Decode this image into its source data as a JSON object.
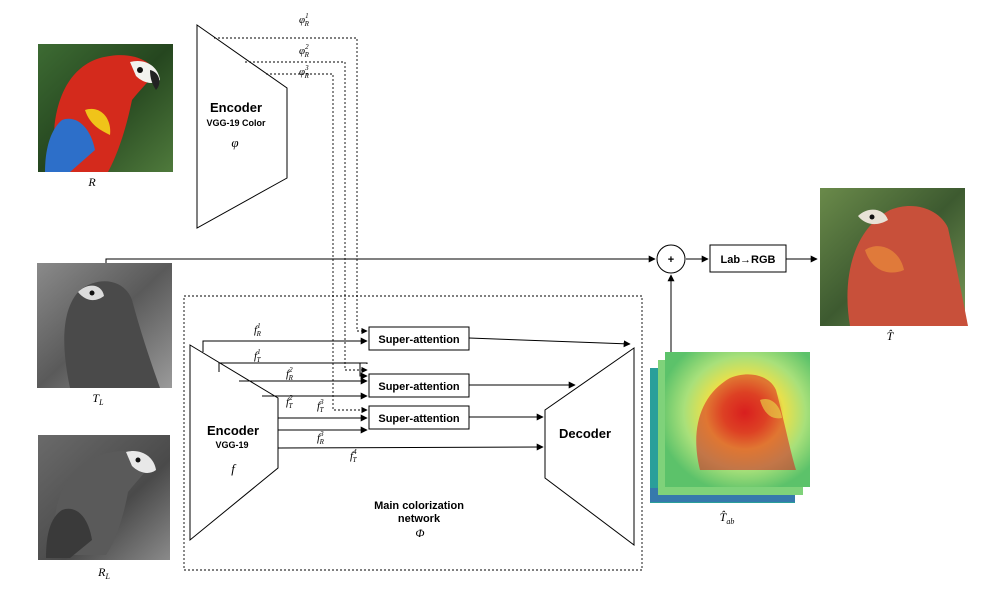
{
  "encoder_color": {
    "title": "Encoder",
    "subtitle": "VGG-19 Color",
    "symbol": "φ"
  },
  "encoder_main": {
    "title": "Encoder",
    "subtitle": "VGG-19",
    "symbol": "f"
  },
  "decoder": {
    "title": "Decoder"
  },
  "network": {
    "line1": "Main colorization",
    "line2": "network",
    "symbol": "Φ"
  },
  "super_attention": [
    "Super-attention",
    "Super-attention",
    "Super-attention"
  ],
  "lab_rgb": "Lab→RGB",
  "plus": "+",
  "images": {
    "reference": {
      "label": "R"
    },
    "target_gray": {
      "label": "T",
      "sub": "L"
    },
    "reference_gray": {
      "label": "R",
      "sub": "L"
    },
    "output": {
      "label": "T̂"
    },
    "ab_map": {
      "label": "T̂",
      "sub": "ab"
    }
  },
  "features": {
    "phi_r1": {
      "sym": "φ",
      "sub": "R",
      "sup": "1"
    },
    "phi_r2": {
      "sym": "φ",
      "sub": "R",
      "sup": "2"
    },
    "phi_r3": {
      "sym": "φ",
      "sub": "R",
      "sup": "3"
    },
    "f_r1": {
      "sym": "f",
      "sub": "R",
      "sup": "1"
    },
    "f_t1": {
      "sym": "f",
      "sub": "T",
      "sup": "1"
    },
    "f_r2": {
      "sym": "f",
      "sub": "R",
      "sup": "2"
    },
    "f_t2": {
      "sym": "f",
      "sub": "T",
      "sup": "2"
    },
    "f_t3": {
      "sym": "f",
      "sub": "T",
      "sup": "3"
    },
    "f_r3": {
      "sym": "f",
      "sub": "R",
      "sup": "3"
    },
    "f_t4": {
      "sym": "f",
      "sub": "T",
      "sup": "4"
    }
  },
  "colors": {
    "parrot_red": "#d42a1c",
    "foliage_green": "#2f5a2a",
    "heat_red": "#d91f1f",
    "heat_yellow": "#e9e04a",
    "heat_green": "#7fd27a",
    "teal_layer": "#2a9f9a"
  }
}
